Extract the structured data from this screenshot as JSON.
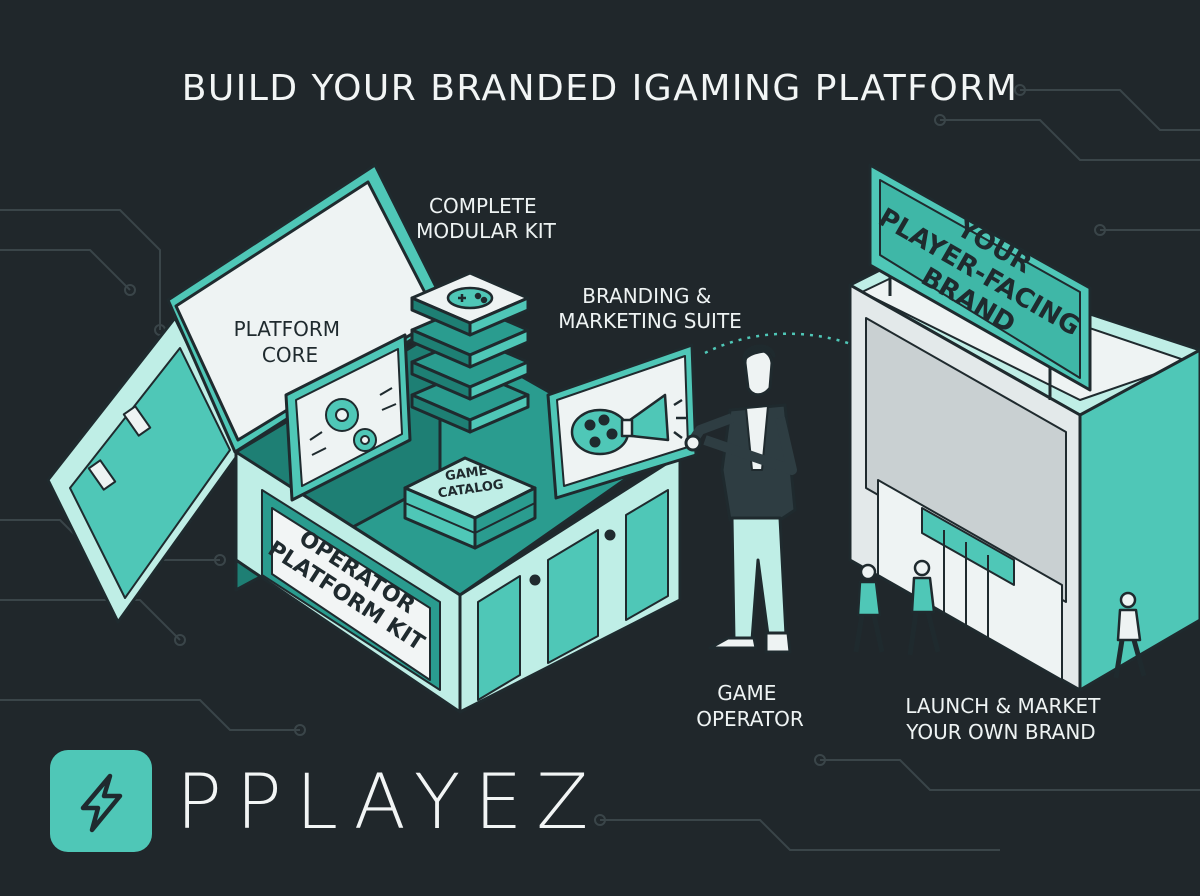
{
  "title": "BUILD YOUR BRANDED IGAMING PLATFORM",
  "labels": {
    "modular_kit": [
      "COMPLETE",
      "MODULAR KIT"
    ],
    "platform_core": [
      "PLATFORM",
      "CORE"
    ],
    "branding_suite": [
      "BRANDING &",
      "MARKETING SUITE"
    ],
    "game_catalog": [
      "GAME",
      "CATALOG"
    ],
    "operator_kit": [
      "OPERATOR",
      "PLATFORM KIT"
    ],
    "game_operator": [
      "GAME",
      "OPERATOR"
    ],
    "player_brand": [
      "YOUR",
      "PLAYER-FACING",
      "BRAND"
    ],
    "launch_market": [
      "LAUNCH & MARKET",
      "YOUR OWN BRAND"
    ]
  },
  "logo": {
    "text": "PPLAYEZ",
    "icon": "lightning-bolt-icon"
  },
  "colors": {
    "background": "#20272b",
    "teal": "#4fc7b7",
    "teal_dark": "#2a9c8f",
    "mint": "#bfeee6",
    "ink": "#1f2a2e",
    "paper": "#f2f5f5"
  }
}
